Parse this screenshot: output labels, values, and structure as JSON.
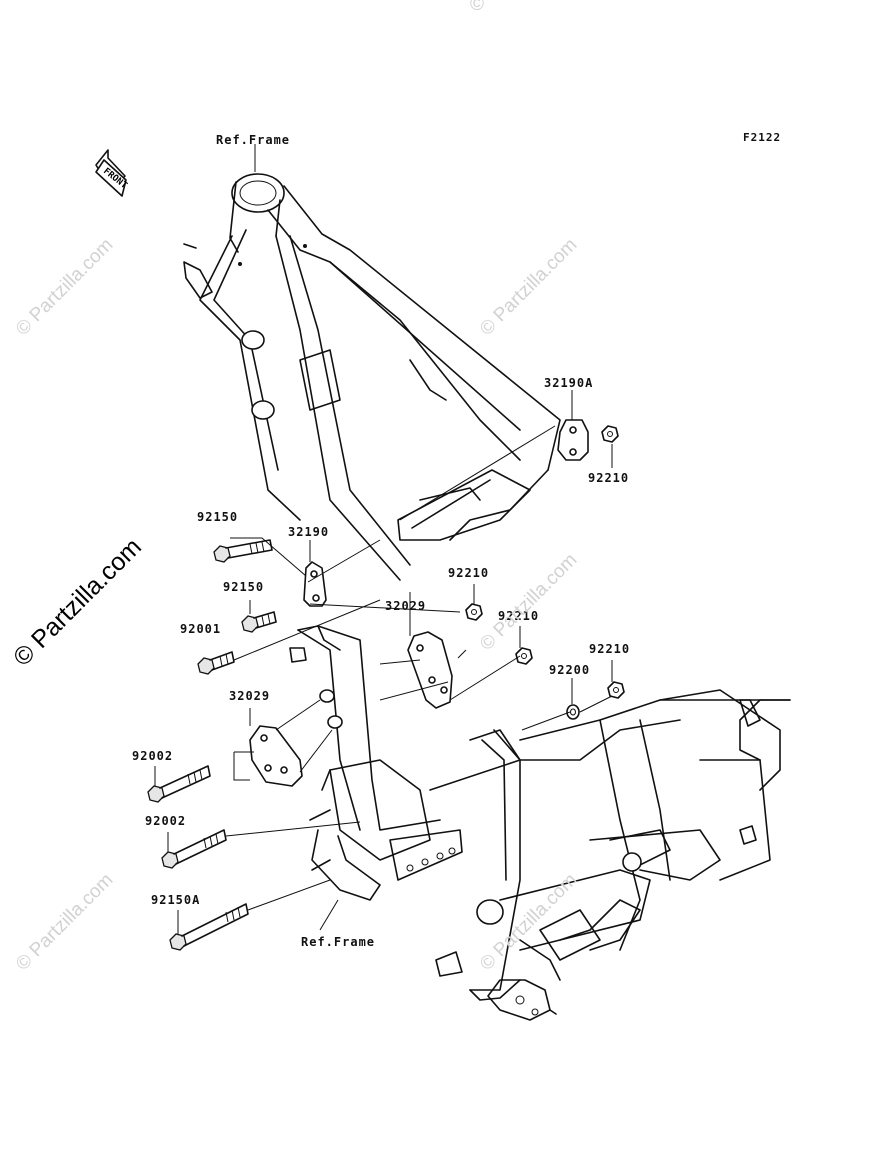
{
  "diagram": {
    "code": "F2122",
    "front_label": "FRONT",
    "ref_frame_top": "Ref.Frame",
    "ref_frame_bottom": "Ref.Frame"
  },
  "part_labels": {
    "p32190A": "32190A",
    "p92210_a": "92210",
    "p92150_a": "92150",
    "p32190": "32190",
    "p92150_b": "92150",
    "p92001": "92001",
    "p92210_b": "92210",
    "p32029_a": "32029",
    "p92210_c": "92210",
    "p92210_d": "92210",
    "p92200": "92200",
    "p32029_b": "32029",
    "p92002_a": "92002",
    "p92002_b": "92002",
    "p92150A": "92150A"
  },
  "watermarks": {
    "text": "© Partzilla.com",
    "partial": "©"
  }
}
